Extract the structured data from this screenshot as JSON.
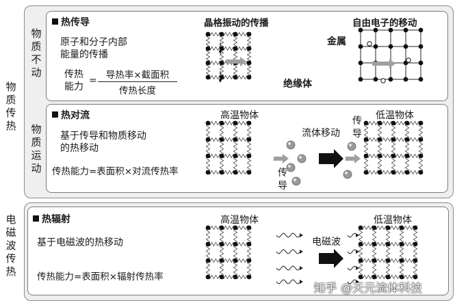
{
  "side_labels": {
    "material_transfer": "物\n质\n传\n热",
    "em_transfer": "电\n磁\n波\n传\n热",
    "static": "物\n质\n不\n动",
    "moving": "物\n质\n运\n动"
  },
  "conduction": {
    "title": "热传导",
    "description": "原子和分子内部\n能量的传播",
    "formula_left": "传热\n能力",
    "equals": "=",
    "numerator": "导热率×截面积",
    "denominator": "传热长度",
    "lattice_title": "晶格振动的传播",
    "insulator_label": "绝缘体",
    "electron_title": "自由电子的移动",
    "metal_label": "金属"
  },
  "convection": {
    "title": "热对流",
    "description": "基于传导和物质移动\n的热移动",
    "formula": "传热能力=表面积×对流传热率",
    "hot_label": "高温物体",
    "cold_label": "低温物体",
    "fluid_label": "流体移动",
    "conduct_label_1": "传\n导",
    "conduct_label_2": "传\n导"
  },
  "radiation": {
    "title": "热辐射",
    "description": "基于电磁波的热移动",
    "formula": "传热能力=表面积×辐射传热率",
    "hot_label": "高温物体",
    "cold_label": "低温物体",
    "wave_label": "电磁波"
  },
  "watermark": "知乎 @天元流体科技",
  "colors": {
    "frame_bg": "#efefef",
    "panel_bg": "#ffffff",
    "atom": "#111111",
    "arrow_gray": "#a0a0a0",
    "arrow_black": "#111111"
  }
}
